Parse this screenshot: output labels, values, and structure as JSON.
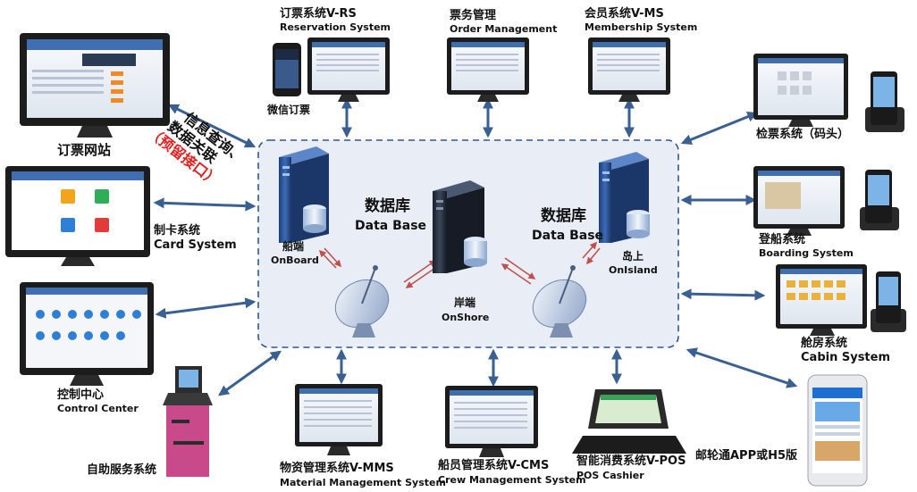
{
  "core": {
    "database_left": {
      "zh": "数据库",
      "en": "Data Base"
    },
    "database_right": {
      "zh": "数据库",
      "en": "Data Base"
    },
    "onboard": {
      "zh": "船端",
      "en": "OnBoard"
    },
    "onshore": {
      "zh": "岸端",
      "en": "OnShore"
    },
    "onisland": {
      "zh": "岛上",
      "en": "OnIsland"
    }
  },
  "interface_note": {
    "line1": "信息查询、",
    "line2": "数据关联",
    "line3": "（预留接口）"
  },
  "systems": {
    "booking_site": {
      "zh": "订票网站"
    },
    "wechat": {
      "zh": "微信订票"
    },
    "reservation": {
      "zh": "订票系统V-RS",
      "en": "Reservation System"
    },
    "order": {
      "zh": "票务管理",
      "en": "Order Management"
    },
    "membership": {
      "zh": "会员系统V-MS",
      "en": "Membership System"
    },
    "ticket_check": {
      "zh": "检票系统（码头）"
    },
    "card": {
      "zh": "制卡系统",
      "en": "Card System"
    },
    "boarding": {
      "zh": "登船系统",
      "en": "Boarding System"
    },
    "control": {
      "zh": "控制中心",
      "en": "Control Center"
    },
    "cabin": {
      "zh": "舱房系统",
      "en": "Cabin System"
    },
    "self_service": {
      "zh": "自助服务系统"
    },
    "material": {
      "zh": "物资管理系统V-MMS",
      "en": "Material Management  System"
    },
    "crew": {
      "zh": "船员管理系统V-CMS",
      "en": "Crew Management  System"
    },
    "pos": {
      "zh": "智能消费系统V-POS",
      "en": "POS Cashier"
    },
    "app": {
      "zh": "邮轮通APP或H5版"
    }
  },
  "colors": {
    "arrow": "#3a5f93",
    "red_arrow": "#c0504d",
    "core_bg": "#e9eef6",
    "core_border": "#2f5597",
    "highlight": "#e02020"
  }
}
